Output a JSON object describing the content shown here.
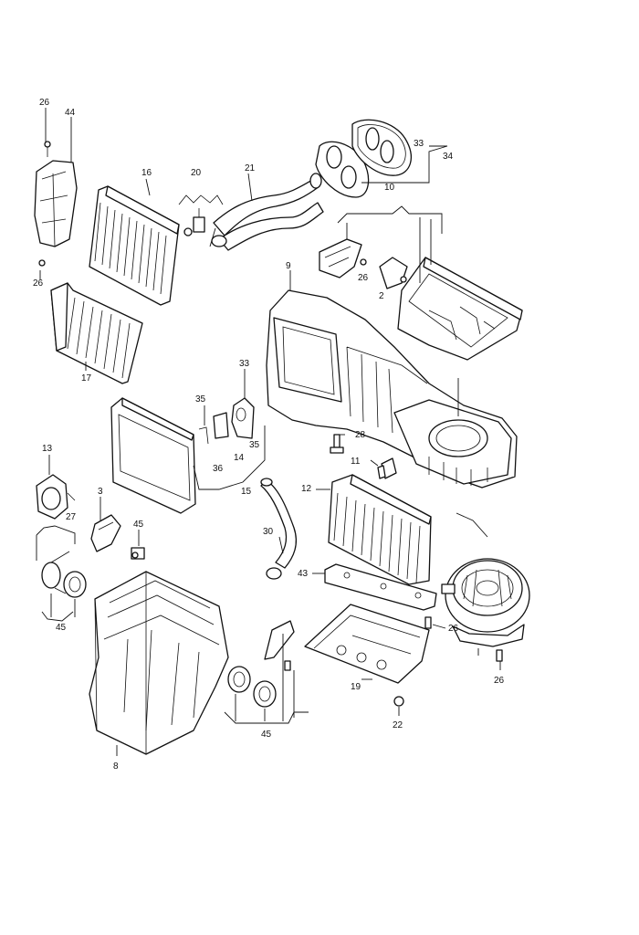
{
  "labels": {
    "l26a": "26",
    "l44": "44",
    "l16": "16",
    "l20": "20",
    "l21": "21",
    "l33a": "33",
    "l34": "34",
    "l10": "10",
    "l9": "9",
    "l26b": "26",
    "l26c": "26",
    "l2": "2",
    "l17": "17",
    "l33b": "33",
    "l35a": "35",
    "l35b": "35",
    "l14": "14",
    "l36": "36",
    "l15": "15",
    "l28": "28",
    "l11": "11",
    "l13": "13",
    "l3": "3",
    "l27": "27",
    "l45a": "45",
    "l45b": "45",
    "l12": "12",
    "l30": "30",
    "l43": "43",
    "l26d": "26",
    "l26e": "26",
    "l19": "19",
    "l22": "22",
    "l8": "8",
    "l45c": "45"
  }
}
